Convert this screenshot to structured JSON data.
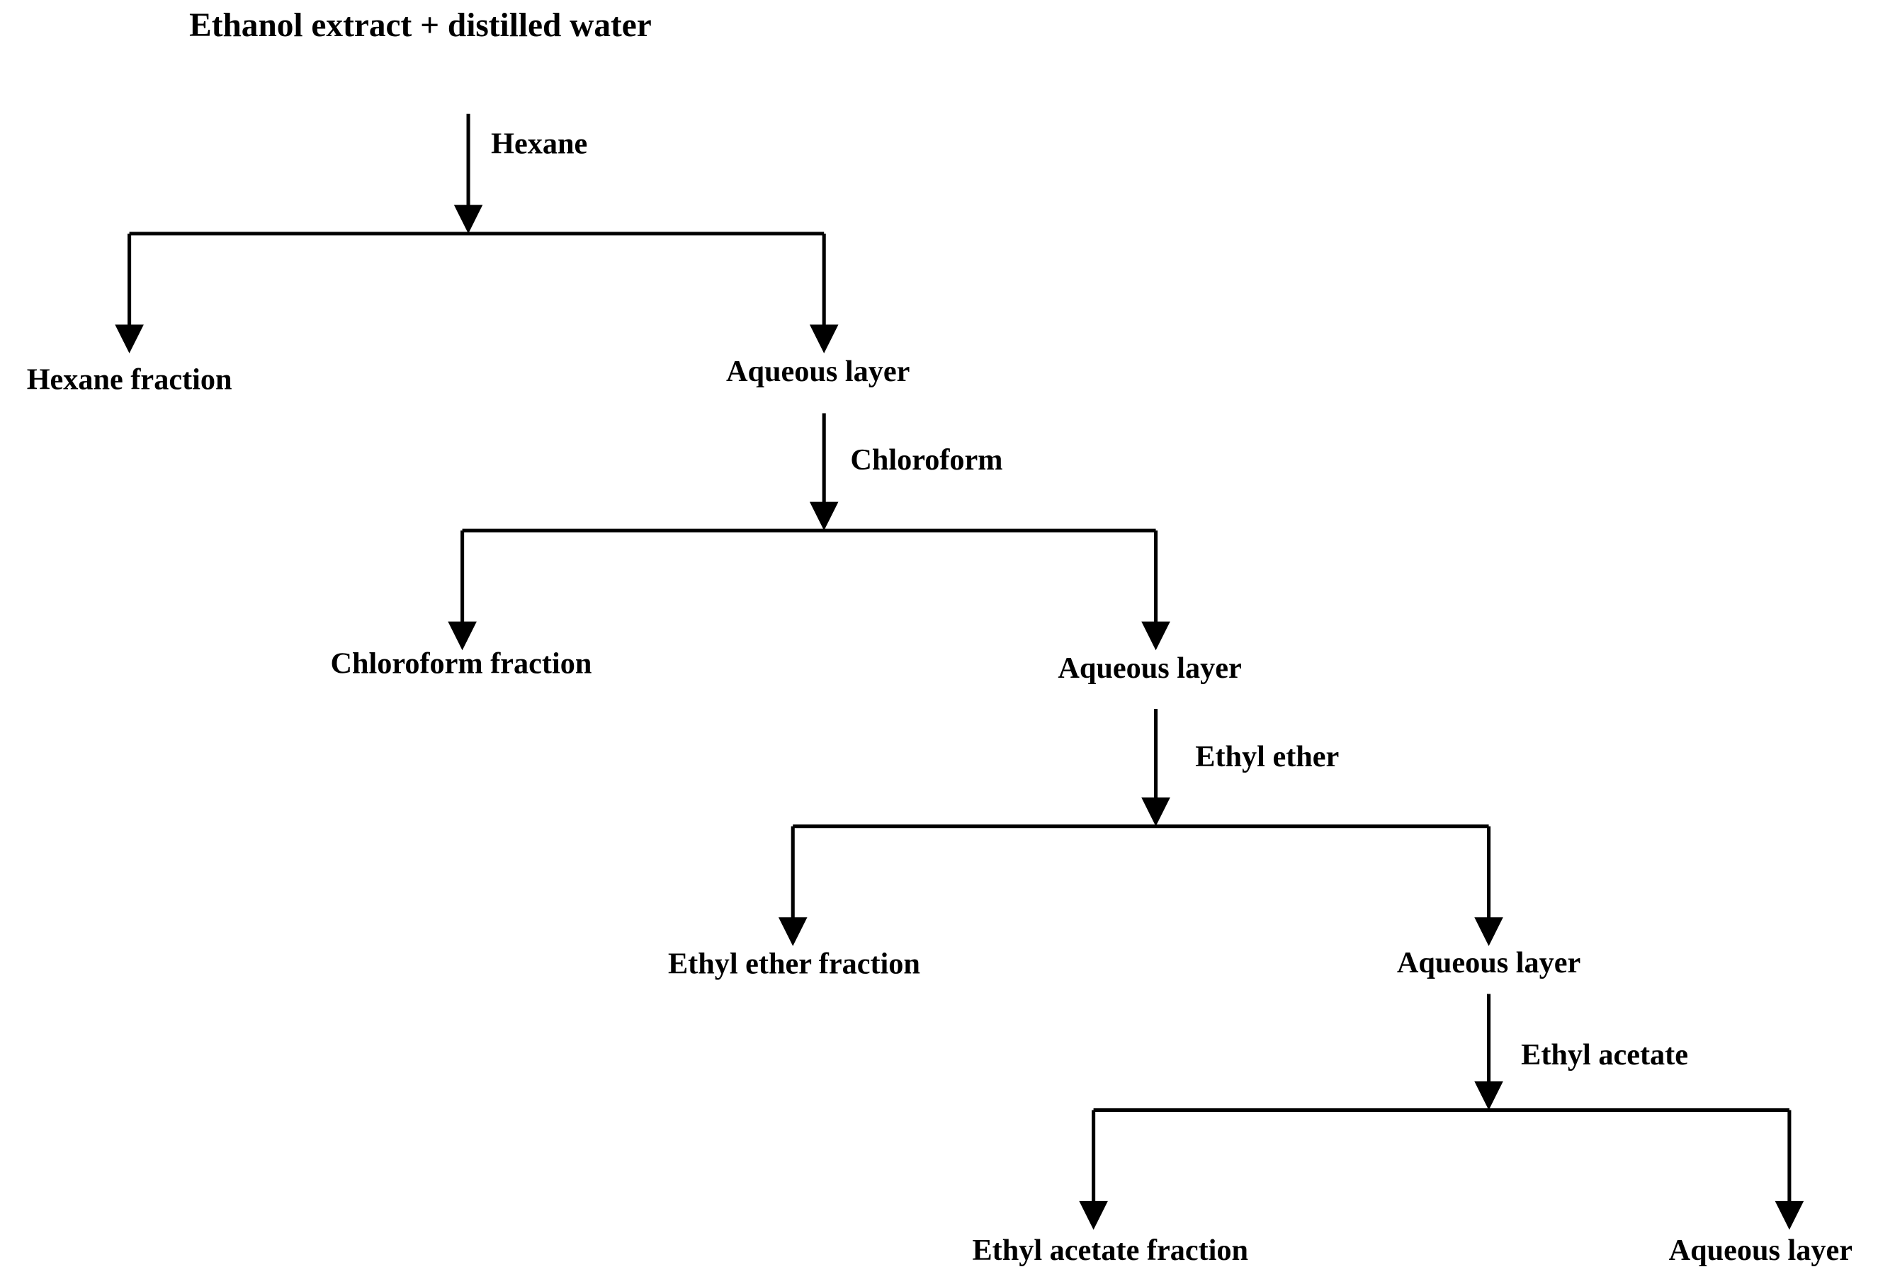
{
  "diagram": {
    "title": "Ethanol extract + distilled water",
    "steps": [
      {
        "solvent": "Hexane",
        "left_product": "Hexane fraction",
        "right_product": "Aqueous layer"
      },
      {
        "solvent": "Chloroform",
        "left_product": "Chloroform fraction",
        "right_product": "Aqueous layer"
      },
      {
        "solvent": "Ethyl ether",
        "left_product": "Ethyl ether fraction",
        "right_product": "Aqueous layer"
      },
      {
        "solvent": "Ethyl acetate",
        "left_product": "Ethyl acetate fraction",
        "right_product": "Aqueous layer"
      }
    ]
  }
}
